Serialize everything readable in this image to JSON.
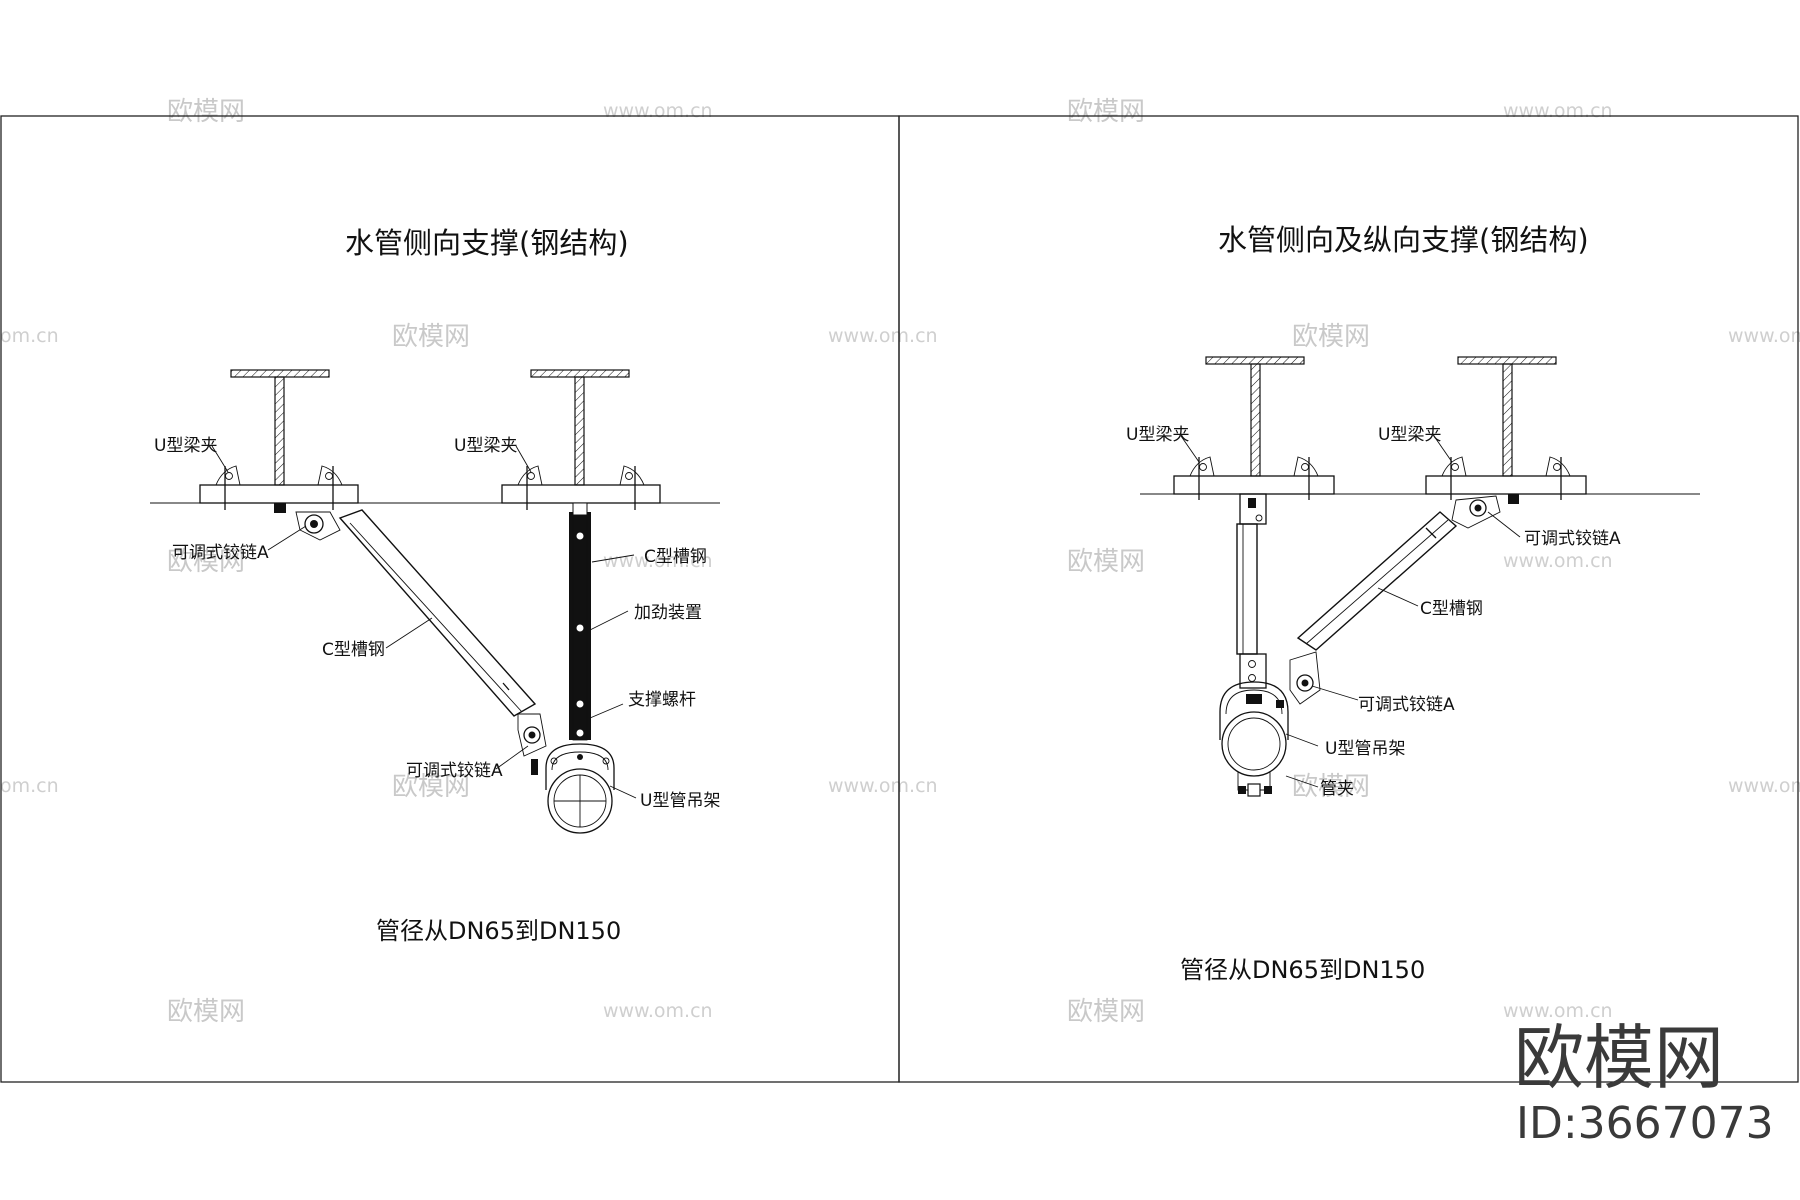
{
  "panels": [
    {
      "title": "水管侧向支撑(钢结构)",
      "caption": "管径从DN65到DN150",
      "labels": {
        "beam_clamp_1": "U型梁夹",
        "beam_clamp_2": "U型梁夹",
        "hinge_top": "可调式铰链A",
        "channel_diag": "C型槽钢",
        "channel_vert": "C型槽钢",
        "stiffener": "加劲装置",
        "threaded_rod": "支撑螺杆",
        "hinge_bottom": "可调式铰链A",
        "pipe_hanger": "U型管吊架"
      }
    },
    {
      "title": "水管侧向及纵向支撑(钢结构)",
      "caption": "管径从DN65到DN150",
      "labels": {
        "beam_clamp_1": "U型梁夹",
        "beam_clamp_2": "U型梁夹",
        "hinge_top": "可调式铰链A",
        "channel_diag": "C型槽钢",
        "hinge_bottom": "可调式铰链A",
        "pipe_hanger": "U型管吊架",
        "pipe_clamp": "管夹"
      }
    }
  ],
  "watermark": {
    "text": "欧模网",
    "url": "www.om.cn",
    "url_partial": "om.cn"
  },
  "brand": {
    "name": "欧模网",
    "id": "ID:3667073"
  }
}
